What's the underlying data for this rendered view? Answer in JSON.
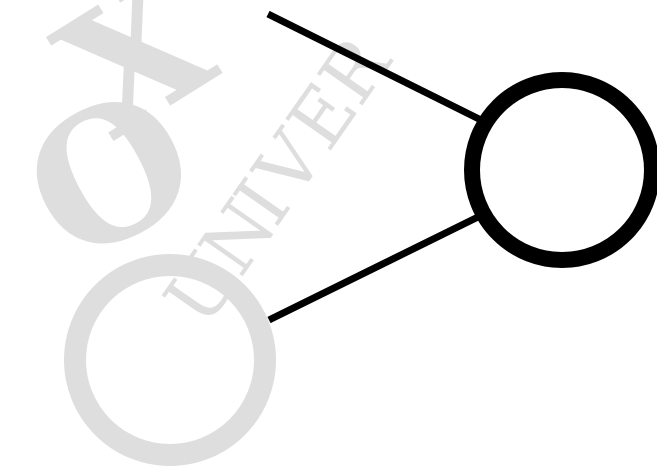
{
  "diagram": {
    "watermark": {
      "visible_letters": [
        "O",
        "X",
        "U",
        "N",
        "I",
        "V",
        "E",
        "R"
      ],
      "color": "#dedede"
    },
    "graph": {
      "nodes": [
        {
          "id": "output-node",
          "role": "output",
          "style": "thick-outline"
        }
      ],
      "edges": [
        {
          "id": "upper-edge",
          "from": "upper-left-offscreen",
          "to": "output-node"
        },
        {
          "id": "lower-edge",
          "from": "lower-left-offscreen",
          "to": "output-node"
        }
      ],
      "stroke_color": "#000000",
      "background": "#ffffff"
    }
  }
}
